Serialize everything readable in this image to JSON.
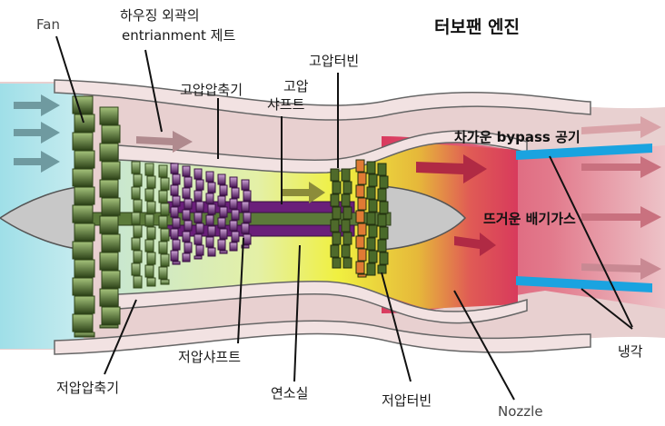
{
  "title": "터보팬 엔진",
  "labels": {
    "fan": "Fan",
    "housing_line1": "하우징 외곽의",
    "housing_line2": "entrianment 제트",
    "hp_compressor": "고압압축기",
    "hp_shaft_line1": "고압",
    "hp_shaft_line2": "샤프트",
    "hp_turbine": "고압터빈",
    "cold_bypass": "차가운 bypass 공기",
    "hot_exhaust": "뜨거운 배기가스",
    "cooling": "냉각",
    "lp_compressor": "저압압축기",
    "lp_shaft": "저압샤프트",
    "combustor": "연소실",
    "lp_turbine": "저압터빈",
    "nozzle": "Nozzle"
  },
  "colors": {
    "intake": "#aee4ea",
    "bypass_duct": "#e9cfcf",
    "casing": "#f2e2e2",
    "fan_blade": "#5f7a3a",
    "compressor": "#7a3c86",
    "shaft": "#5a1e6a",
    "combustor": "#e6e63a",
    "exhaust": "#dc4060",
    "cooling_bar": "#1aa3e0",
    "hub": "#c8c8c8"
  }
}
